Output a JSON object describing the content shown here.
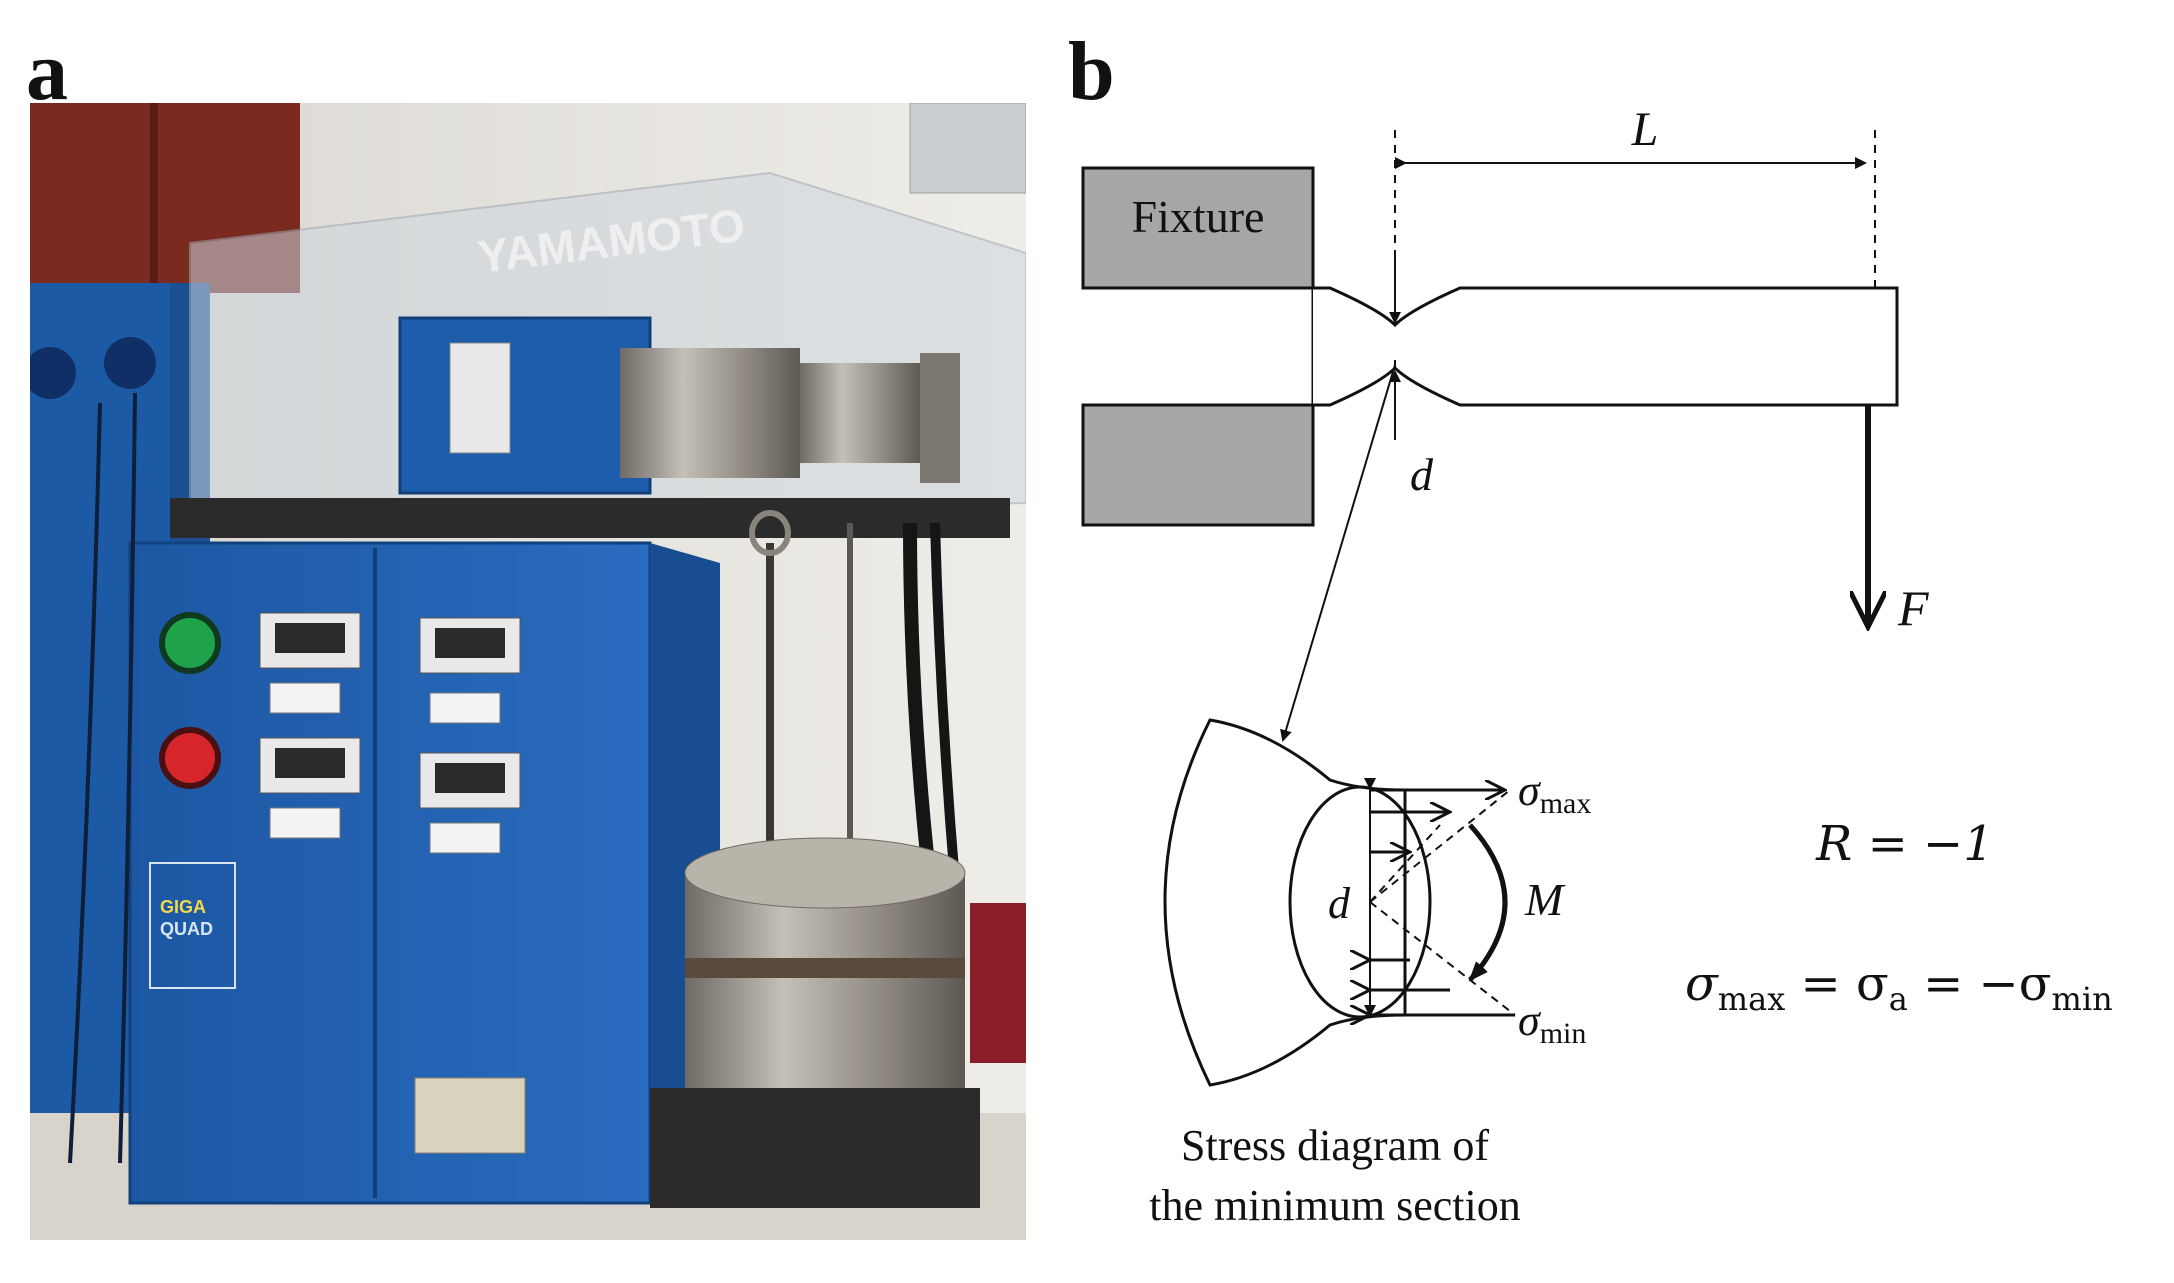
{
  "panels": {
    "a": "a",
    "b": "b"
  },
  "photo": {
    "brand_text": "YAMAMOTO",
    "panel_logo_line1": "GIGA",
    "panel_logo_line2": "QUAD"
  },
  "diagram": {
    "fixture_label": "Fixture",
    "length_label": "L",
    "diameter_label": "d",
    "force_label": "F",
    "moment_label": "M",
    "section_diameter_label": "d",
    "sigma_max_label": "σ",
    "sigma_max_sub": "max",
    "sigma_min_label": "σ",
    "sigma_min_sub": "min",
    "caption_line1": "Stress diagram of",
    "caption_line2": "the minimum section",
    "eq1": "R = −1",
    "eq2_part1": "σ",
    "eq2_sub1": "max",
    "eq2_part2": " = σ",
    "eq2_sub2": "a",
    "eq2_part3": " = −σ",
    "eq2_sub3": "min"
  },
  "colors": {
    "machine_blue": "#1f5fae",
    "fixture_gray": "#a6a6a6",
    "start_button": "#1fa34a",
    "stop_button": "#d7262b"
  }
}
